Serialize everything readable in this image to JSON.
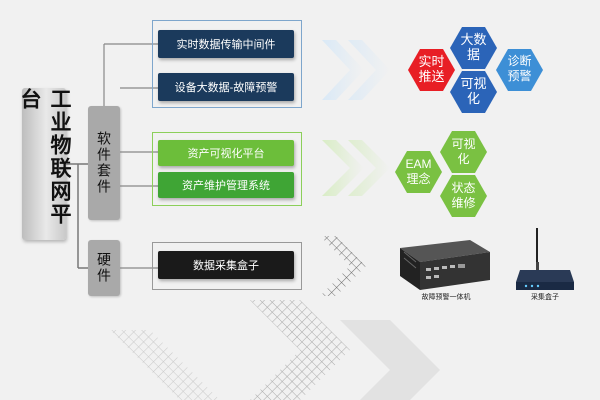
{
  "root": {
    "title": "工业物联网平台"
  },
  "software": {
    "label": "软件套件"
  },
  "hardware": {
    "label": "硬件"
  },
  "items": {
    "middleware": "实时数据传输中间件",
    "bigdata_alarm": "设备大数据-故障预警",
    "asset_visual": "资产可视化平台",
    "asset_mgmt": "资产维护管理系统",
    "collector": "数据采集盒子"
  },
  "hex_blue": {
    "realtime": [
      "实时",
      "推送"
    ],
    "bigdata": [
      "大数",
      "据"
    ],
    "diagnosis": [
      "诊断",
      "预警"
    ],
    "visual": [
      "可视",
      "化"
    ]
  },
  "hex_green": {
    "eam": [
      "EAM",
      "理念"
    ],
    "visual": [
      "可视",
      "化"
    ],
    "status": [
      "状态",
      "维修"
    ]
  },
  "devices": {
    "alarm_pc": "故障预警一体机",
    "collector_box": "采集盒子"
  },
  "colors": {
    "navy": "#1b3a5c",
    "green": "#6cbe3a",
    "red": "#e81e25",
    "blue": "#2b64b8",
    "sky": "#3d8fd6",
    "lime": "#7ac142"
  }
}
